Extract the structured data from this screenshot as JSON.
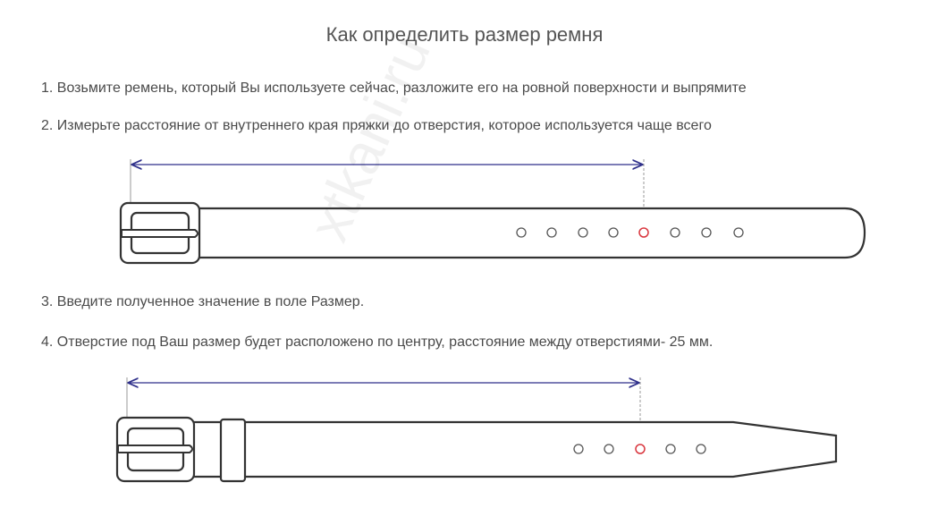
{
  "title": "Как определить размер ремня",
  "steps": {
    "s1": "1. Возьмите ремень, который Вы используете сейчас, разложите его на ровной поверхности и выпрямите",
    "s2": "2. Измерьте расстояние от внутреннего края пряжки до отверстия, которое используется чаще всего",
    "s3": "3. Введите полученное значение в поле Размер.",
    "s4": "4. Отверстие под Ваш размер будет расположено по центру, расстояние между отверстиями- 25 мм."
  },
  "watermark": "xtkani.ru",
  "colors": {
    "outline": "#333333",
    "arrow": "#2e2f8a",
    "highlight_hole": "#d9363e",
    "text": "#4a4a4a"
  }
}
